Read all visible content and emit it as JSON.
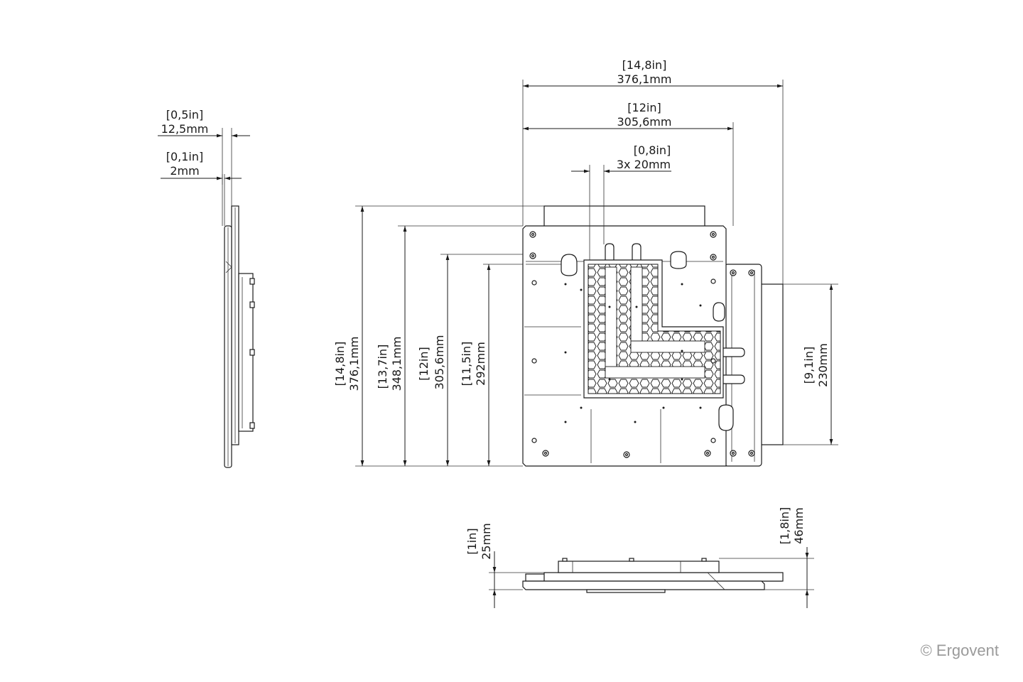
{
  "dimensions": {
    "side_total": {
      "imperial": "[0,5in]",
      "metric": "12,5mm"
    },
    "side_plate": {
      "imperial": "[0,1in]",
      "metric": "2mm"
    },
    "top_total": {
      "imperial": "[14,8in]",
      "metric": "376,1mm"
    },
    "top_holes": {
      "imperial": "[12in]",
      "metric": "305,6mm"
    },
    "top_slot": {
      "imperial": "[0,8in]",
      "metric": "3x 20mm"
    },
    "left_total": {
      "imperial": "[14,8in]",
      "metric": "376,1mm"
    },
    "left_body": {
      "imperial": "[13,7in]",
      "metric": "348,1mm"
    },
    "left_holes": {
      "imperial": "[12in]",
      "metric": "305,6mm"
    },
    "left_inner": {
      "imperial": "[11,5in]",
      "metric": "292mm"
    },
    "right_module": {
      "imperial": "[9,1in]",
      "metric": "230mm"
    },
    "bottom_left": {
      "imperial": "[1in]",
      "metric": "25mm"
    },
    "bottom_right": {
      "imperial": "[1,8in]",
      "metric": "46mm"
    }
  },
  "copyright": "© Ergovent"
}
